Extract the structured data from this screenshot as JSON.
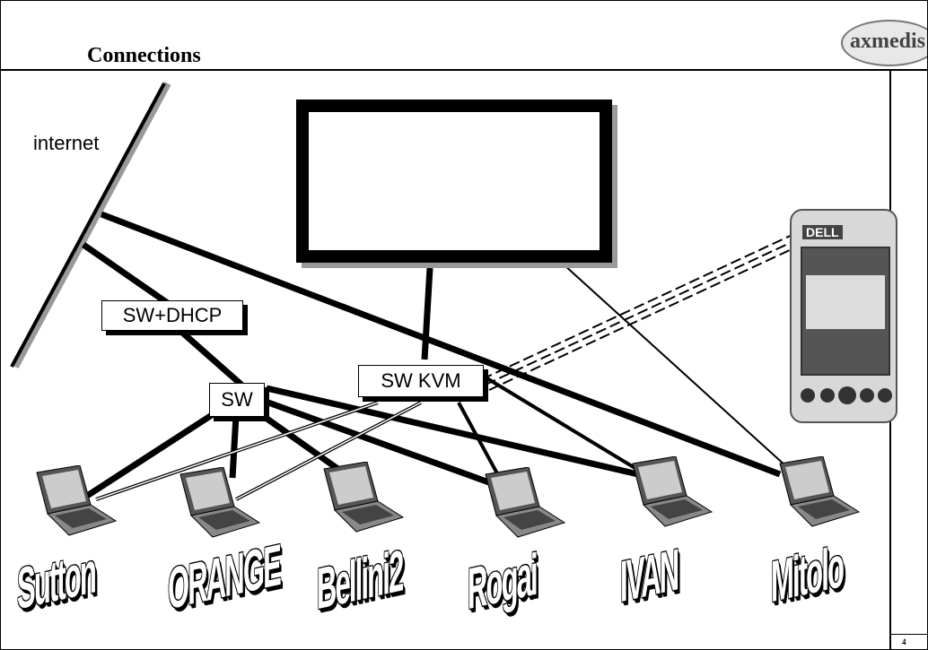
{
  "slide": {
    "title": "Connections",
    "logo_text": "axmedis",
    "page_number": "4"
  },
  "network": {
    "internet_label": "internet",
    "switch_dhcp_label": "SW+DHCP",
    "switch_label": "SW",
    "kvm_label": "SW KVM"
  },
  "pda": {
    "brand": "DELL"
  },
  "machines": [
    {
      "name": "Sutton"
    },
    {
      "name": "ORANGE"
    },
    {
      "name": "Bellini2"
    },
    {
      "name": "Rogai"
    },
    {
      "name": "IVAN"
    },
    {
      "name": "Mitolo"
    }
  ]
}
